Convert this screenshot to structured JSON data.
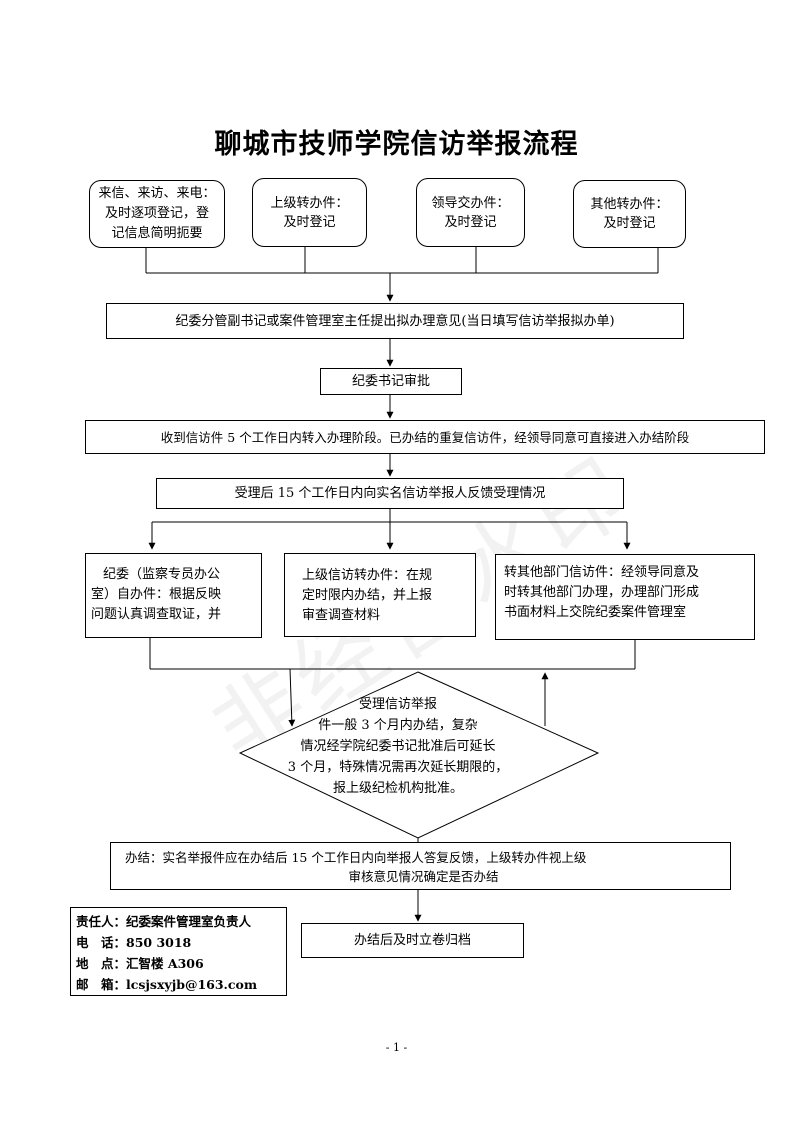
{
  "title": "聊城市技师学院信访举报流程",
  "watermark": "非经营水印",
  "sources": [
    {
      "lines": [
        "来信、来访、来电：",
        "及时逐项登记，登",
        "记信息简明扼要"
      ]
    },
    {
      "lines": [
        "上级转办件：",
        "及时登记"
      ]
    },
    {
      "lines": [
        "领导交办件：",
        "及时登记"
      ]
    },
    {
      "lines": [
        "其他转办件：",
        "及时登记"
      ]
    }
  ],
  "steps": {
    "proposal": "纪委分管副书记或案件管理室主任提出拟办理意见(当日填写信访举报拟办单)",
    "approval": "纪委书记审批",
    "transfer": "收到信访件 5 个工作日内转入办理阶段。已办结的重复信访件，经领导同意可直接进入办结阶段",
    "feedback": "受理后 15 个工作日内向实名信访举报人反馈受理情况"
  },
  "branches": [
    {
      "lines": [
        "纪委（监察专员办公",
        "室）自办件：根据反映",
        "问题认真调查取证，并"
      ]
    },
    {
      "lines": [
        "上级信访转办件：在规",
        "定时限内办结，并上报",
        "审查调查材料"
      ]
    },
    {
      "lines": [
        "转其他部门信访件：经领导同意及",
        "时转其他部门办理，办理部门形成",
        "书面材料上交院纪委案件管理室"
      ]
    }
  ],
  "diamond": {
    "lines": [
      "受理信访举报",
      "件一般 3 个月内办结，复杂",
      "情况经学院纪委书记批准后可延长",
      "3 个月，特殊情况需再次延长期限的，",
      "报上级纪检机构批准。"
    ]
  },
  "conclusion": {
    "lines": [
      "办结：实名举报件应在办结后 15 个工作日内向举报人答复反馈，上级转办件视上级",
      "审核意见情况确定是否办结"
    ]
  },
  "archive": "办结后及时立卷归档",
  "contact": [
    {
      "label": "责任人：",
      "value": "纪委案件管理室负责人"
    },
    {
      "label": "电　话：",
      "value": "850 3018"
    },
    {
      "label": "地　点：",
      "value": "汇智楼 A306"
    },
    {
      "label": "邮　箱：",
      "value": "lcsjsxyjb@163.com"
    }
  ],
  "page_number": "- 1 -"
}
